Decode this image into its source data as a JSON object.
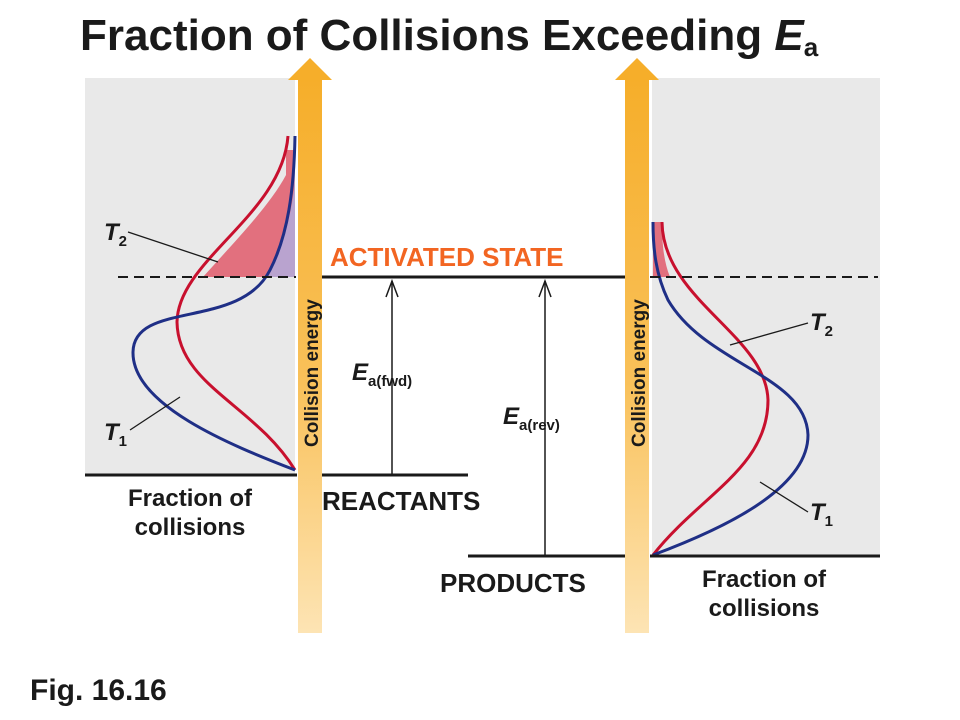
{
  "title": {
    "main": "Fraction of Collisions Exceeding ",
    "italic": "E",
    "sub": "a"
  },
  "figure_label": "Fig. 16.16",
  "axis_label": "Collision energy",
  "activated_state": "ACTIVATED STATE",
  "reactants": "REACTANTS",
  "products": "PRODUCTS",
  "ea_fwd": {
    "italic": "E",
    "sub": "a(fwd)"
  },
  "ea_rev": {
    "italic": "E",
    "sub": "a(rev)"
  },
  "fraction_label": {
    "line1": "Fraction of",
    "line2": "collisions"
  },
  "curve_labels": {
    "t1": {
      "italic": "T",
      "sub": "1"
    },
    "t2": {
      "italic": "T",
      "sub": "2"
    }
  },
  "colors": {
    "panel_bg": "#e9e9e9",
    "arrow": "#f6b93b",
    "activated_state": "#f26522",
    "curve_t1": "#1f2f86",
    "curve_t2": "#c8102e",
    "shade_t2": "#e2707e",
    "shade_overlap": "#b9a3cf"
  }
}
